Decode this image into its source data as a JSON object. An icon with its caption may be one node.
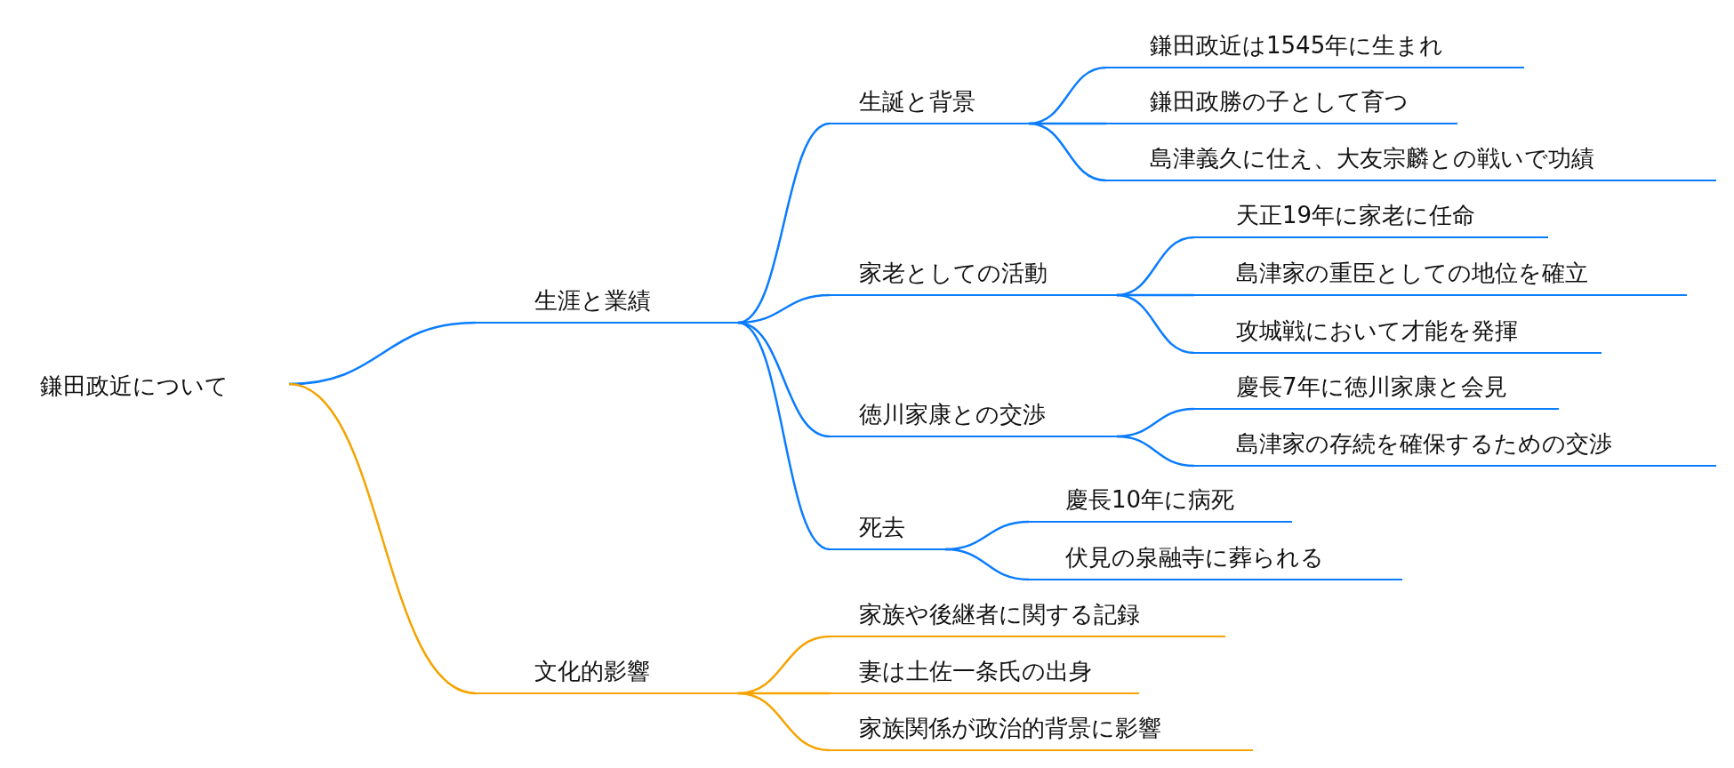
{
  "diagram": {
    "nodes": [
      {
        "text": [
          "鎌田政近について"
        ]
      },
      {
        "text": [
          "生涯と業績"
        ]
      },
      {
        "text": [
          "生誕と背景"
        ]
      },
      {
        "text": [
          "鎌田政近は1545年に生まれ"
        ]
      },
      {
        "text": [
          "鎌田政勝の子として育つ"
        ]
      },
      {
        "text": [
          "島津義久に仕え、大友宗麟との戦いで功績"
        ]
      },
      {
        "text": [
          "家老としての活動"
        ]
      },
      {
        "text": [
          "天正19年に家老に任命"
        ]
      },
      {
        "text": [
          "島津家の重臣としての地位を確立"
        ]
      },
      {
        "text": [
          "攻城戦において才能を発揮"
        ]
      },
      {
        "text": [
          "徳川家康との交渉"
        ]
      },
      {
        "text": [
          "慶長7年に徳川家康と会見"
        ]
      },
      {
        "text": [
          "島津家の存続を確保するための交渉"
        ]
      },
      {
        "text": [
          "死去"
        ]
      },
      {
        "text": [
          "慶長10年に病死"
        ]
      },
      {
        "text": [
          "伏見の泉融寺に葬られる"
        ]
      },
      {
        "text": [
          "文化的影響"
        ]
      },
      {
        "text": [
          "家族や後継者に関する記録"
        ]
      },
      {
        "text": [
          "妻は土佐一条氏の出身"
        ]
      },
      {
        "text": [
          "家族関係が政治的背景に影響"
        ]
      }
    ],
    "edges": [
      {
        "from": 0,
        "to": 1,
        "arrow": "none"
      },
      {
        "from": 1,
        "to": 2,
        "arrow": "none"
      },
      {
        "from": 2,
        "to": 3,
        "arrow": "none"
      },
      {
        "from": 2,
        "to": 4,
        "arrow": "none"
      },
      {
        "from": 2,
        "to": 5,
        "arrow": "none"
      },
      {
        "from": 1,
        "to": 6,
        "arrow": "none"
      },
      {
        "from": 6,
        "to": 7,
        "arrow": "none"
      },
      {
        "from": 6,
        "to": 8,
        "arrow": "none"
      },
      {
        "from": 6,
        "to": 9,
        "arrow": "none"
      },
      {
        "from": 1,
        "to": 10,
        "arrow": "none"
      },
      {
        "from": 10,
        "to": 11,
        "arrow": "none"
      },
      {
        "from": 10,
        "to": 12,
        "arrow": "none"
      },
      {
        "from": 1,
        "to": 13,
        "arrow": "none"
      },
      {
        "from": 13,
        "to": 14,
        "arrow": "none"
      },
      {
        "from": 13,
        "to": 15,
        "arrow": "none"
      },
      {
        "from": 0,
        "to": 16,
        "arrow": "none",
        "color": "#f5a300"
      },
      {
        "from": 16,
        "to": 17,
        "arrow": "none",
        "color": "#f5a300"
      },
      {
        "from": 16,
        "to": 18,
        "arrow": "none",
        "color": "#f5a300"
      },
      {
        "from": 16,
        "to": 19,
        "arrow": "none",
        "color": "#f5a300"
      }
    ]
  }
}
